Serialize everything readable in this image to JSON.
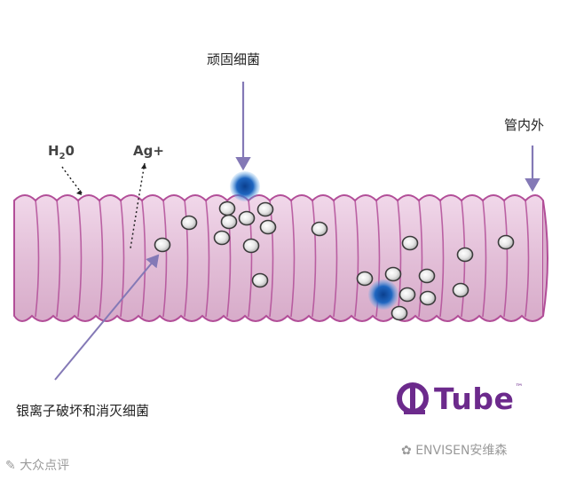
{
  "labels": {
    "kill_bacteria": "顽固细菌",
    "inner_outer": "管内外",
    "water": {
      "main": "H",
      "sub": "2",
      "tail": "0"
    },
    "silver_ion": "Ag+",
    "silver_action": "银离子破坏和消灭细菌"
  },
  "brand": {
    "name": "Tube",
    "tm": "™"
  },
  "watermarks": {
    "left": "大众点评",
    "right": "ENVISEN安维森"
  },
  "colors": {
    "tube_fill": "#e6c4dc",
    "tube_rib": "#b24e98",
    "arrow": "#8479b6",
    "bacteria": "#1f5fb0",
    "brand": "#6c2a8c"
  }
}
